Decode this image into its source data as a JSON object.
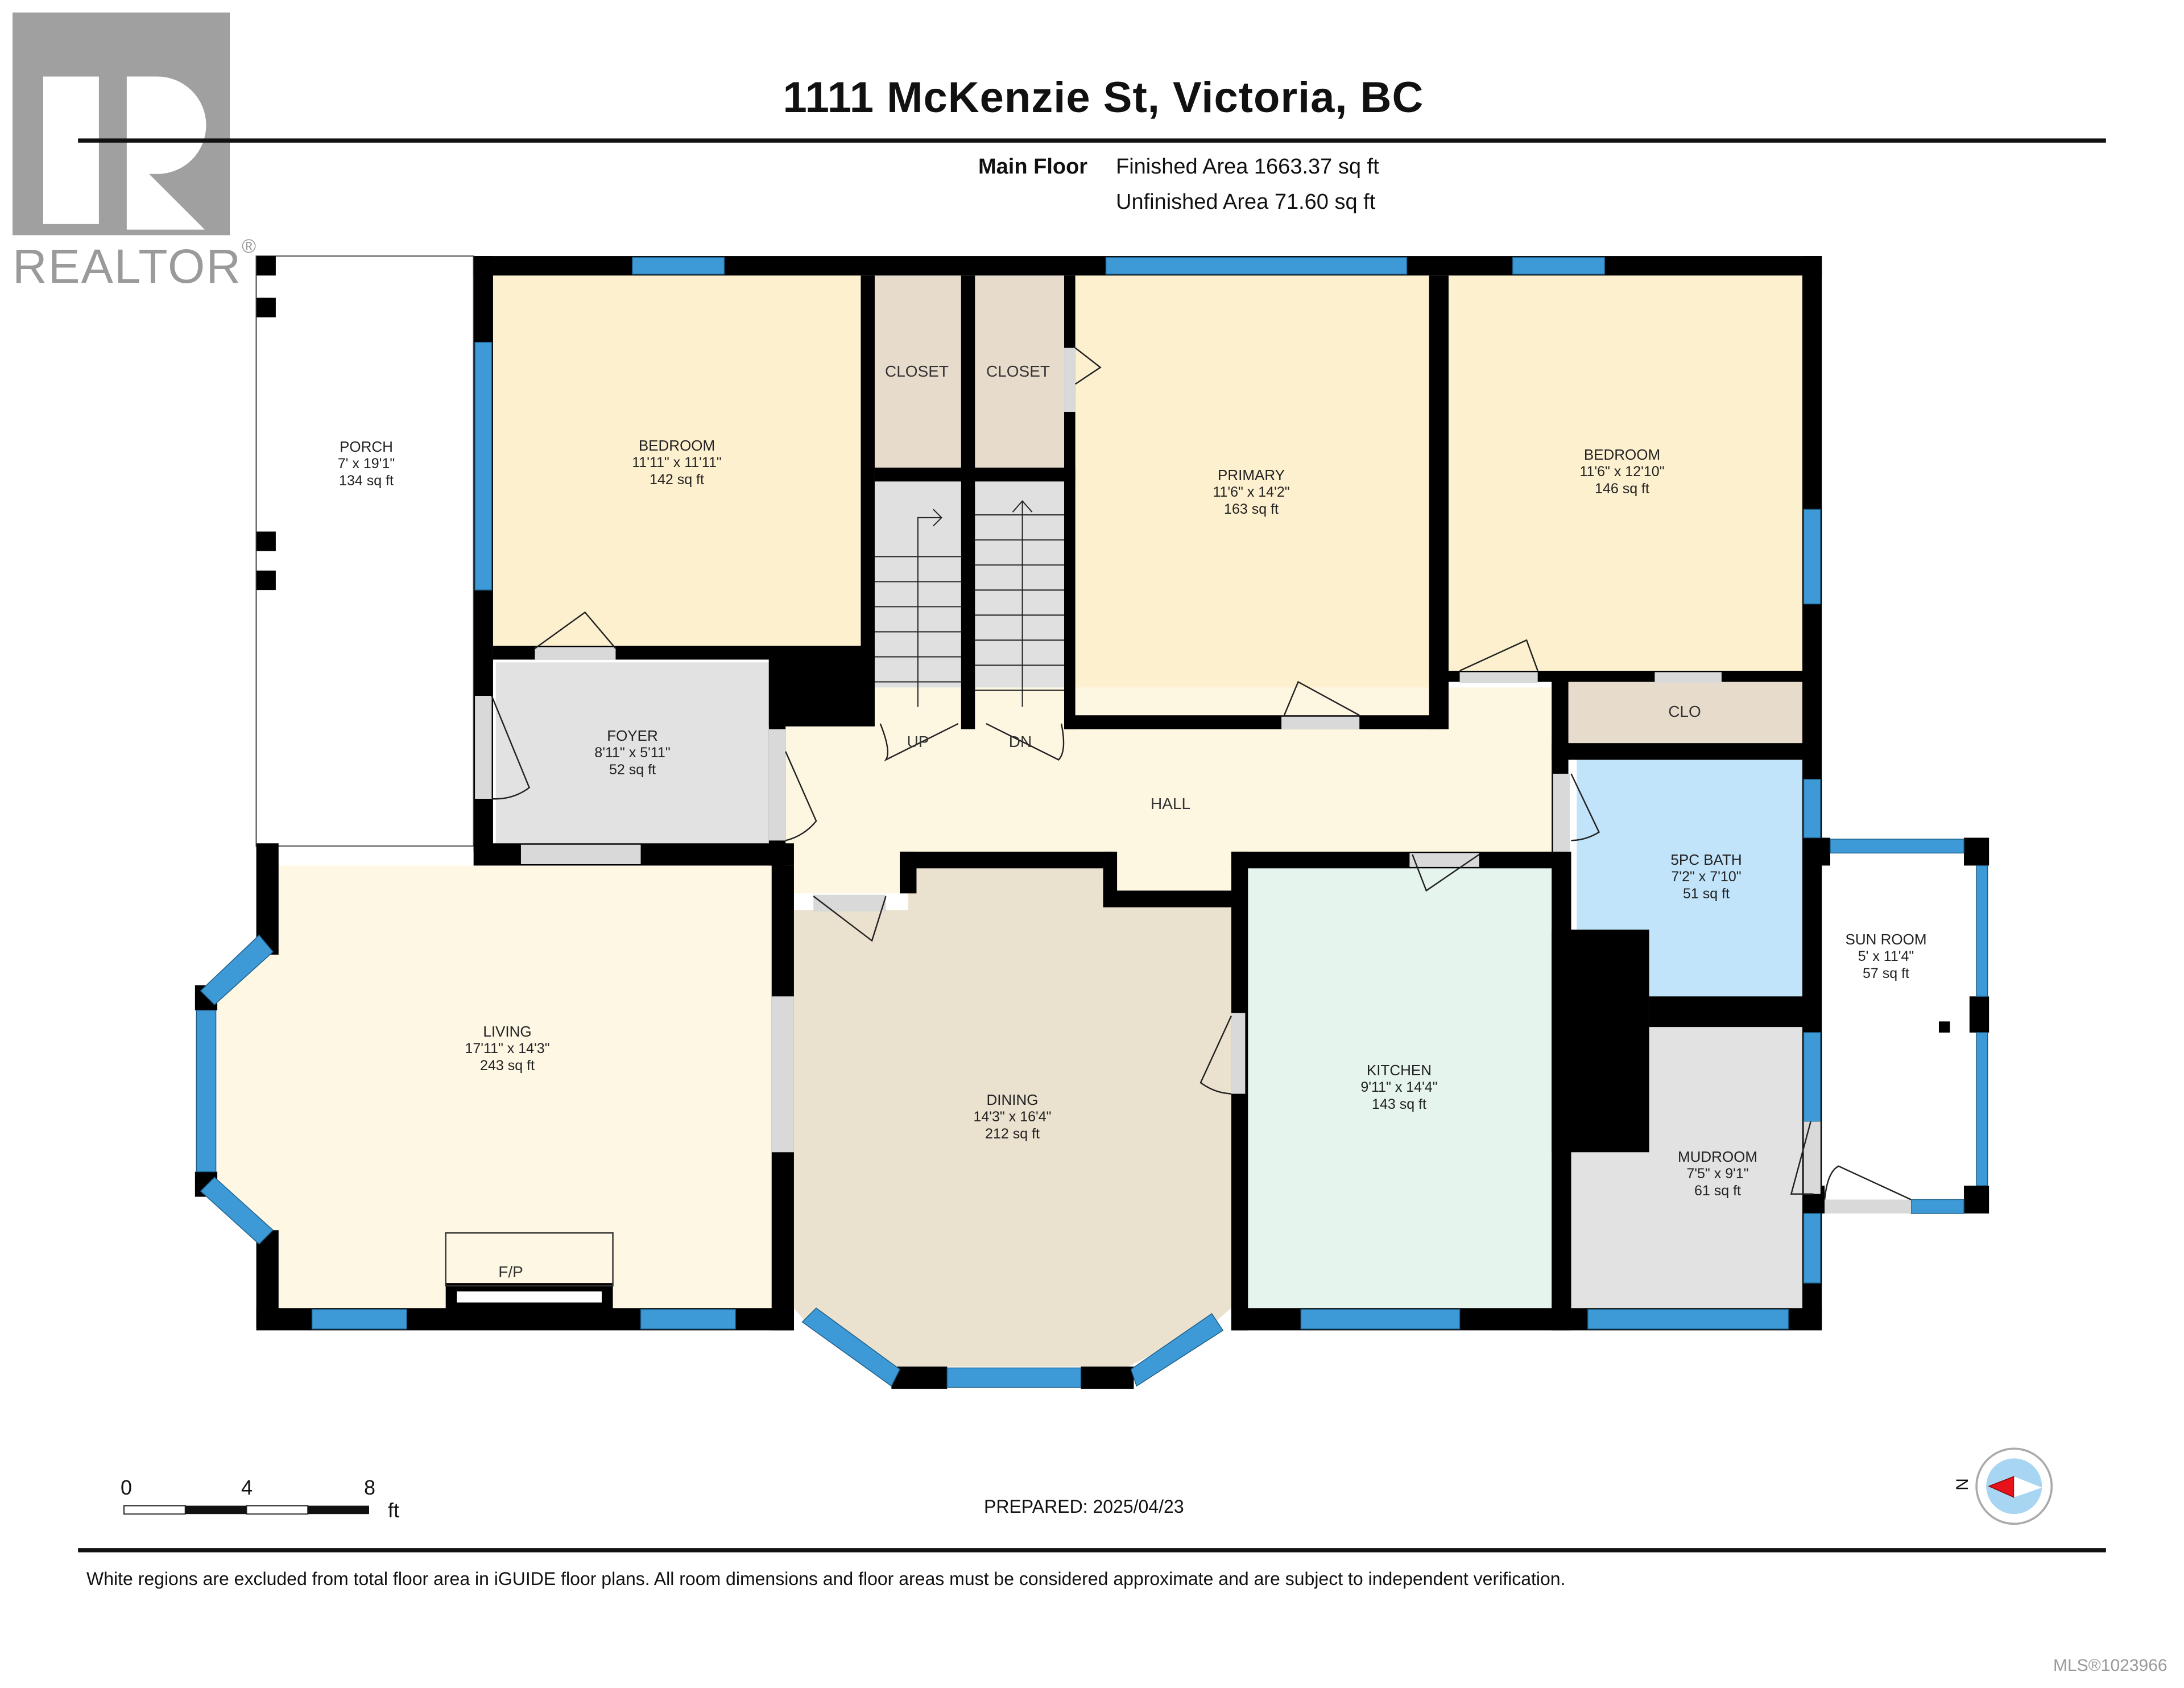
{
  "header": {
    "address": "1111 McKenzie St, Victoria, BC",
    "floor_name": "Main Floor",
    "finished_area": "Finished Area 1663.37 sq ft",
    "unfinished_area": "Unfinished Area 71.60 sq ft"
  },
  "logo": {
    "text": "REALTOR",
    "registered": "®",
    "color": "#9a9a9a"
  },
  "rooms": [
    {
      "name": "PORCH",
      "dims": "7' x 19'1\"",
      "area": "134 sq ft",
      "fill": "#ffffff"
    },
    {
      "name": "BEDROOM",
      "dims": "11'11\" x 11'11\"",
      "area": "142 sq ft",
      "fill": "#fdf0cf"
    },
    {
      "name": "PRIMARY",
      "dims": "11'6\" x 14'2\"",
      "area": "163 sq ft",
      "fill": "#fdf0cf"
    },
    {
      "name": "BEDROOM",
      "dims": "11'6\" x 12'10\"",
      "area": "146 sq ft",
      "fill": "#fdf0cf"
    },
    {
      "name": "FOYER",
      "dims": "8'11\" x 5'11\"",
      "area": "52 sq ft",
      "fill": "#e3e3e3"
    },
    {
      "name": "LIVING",
      "dims": "17'11\" x 14'3\"",
      "area": "243 sq ft",
      "fill": "#fdf7e4"
    },
    {
      "name": "DINING",
      "dims": "14'3\" x 16'4\"",
      "area": "212 sq ft",
      "fill": "#ebe1cf"
    },
    {
      "name": "KITCHEN",
      "dims": "9'11\" x 14'4\"",
      "area": "143 sq ft",
      "fill": "#e6f4ee"
    },
    {
      "name": "5PC BATH",
      "dims": "7'2\" x 7'10\"",
      "area": "51 sq ft",
      "fill": "#c2e4fa"
    },
    {
      "name": "MUDROOM",
      "dims": "7'5\" x 9'1\"",
      "area": "61 sq ft",
      "fill": "#e3e3e3"
    },
    {
      "name": "SUN ROOM",
      "dims": "5' x 11'4\"",
      "area": "57 sq ft",
      "fill": "#ffffff"
    }
  ],
  "labels": {
    "closet_1": "CLOSET",
    "closet_2": "CLOSET",
    "clo": "CLO",
    "hall": "HALL",
    "stairs_up": "UP",
    "stairs_down": "DN",
    "fireplace": "F/P"
  },
  "scale_bar": {
    "ticks": [
      "0",
      "4",
      "8"
    ],
    "unit": "ft"
  },
  "compass": {
    "north_label": "N",
    "needle_color": "#e8121b",
    "dial_color": "#a8d6f2"
  },
  "footer": {
    "prepared": "PREPARED: 2025/04/23",
    "disclaimer": "White regions are excluded from total floor area in iGUIDE floor plans. All room dimensions and floor areas must be considered approximate and are subject to independent verification.",
    "mls": "MLS®1023966"
  },
  "colors": {
    "wall": "#000000",
    "window": "#3d9ad6",
    "door_opening": "#d9d9d9"
  }
}
